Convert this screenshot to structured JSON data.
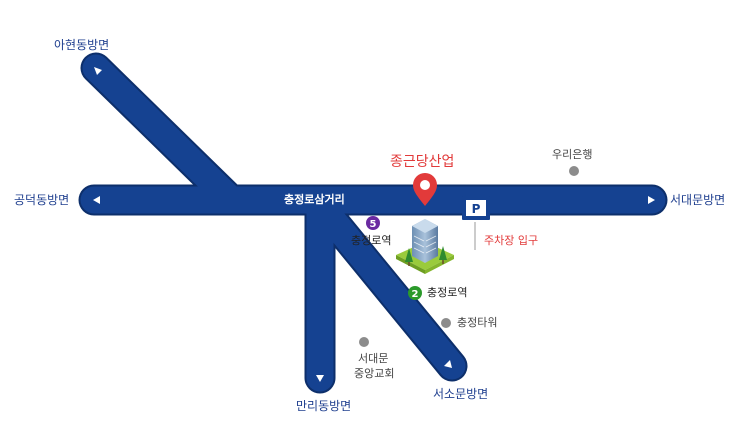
{
  "map": {
    "company": "종근당산업",
    "intersection": "충정로삼거리",
    "directions": {
      "north": "아현동방면",
      "west": "공덕동방면",
      "east": "서대문방면",
      "south": "만리동방면",
      "southeast": "서소문방면"
    },
    "stations": [
      {
        "line": "5",
        "name": "충정로역",
        "color": "#6a2aa1"
      },
      {
        "line": "2",
        "name": "충정로역",
        "color": "#2b9a2b"
      }
    ],
    "landmarks": {
      "bank": "우리은행",
      "tower": "충정타워",
      "church_line1": "서대문",
      "church_line2": "중앙교회"
    },
    "parking": {
      "icon_letter": "P",
      "label": "주차장 입구"
    },
    "colors": {
      "road": "#154291",
      "road_edge": "#0d2f6b",
      "company": "#e23a3a",
      "poi_dot": "#8c8c8c"
    }
  }
}
